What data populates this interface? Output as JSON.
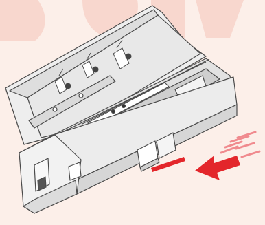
{
  "illustration": {
    "subject": "cartridge-unit",
    "colors": {
      "background": "#fcefe9",
      "watermark": "#f8d7ce",
      "body": "#eeeeee",
      "body_shade": "#d9d9d9",
      "outline": "#4a4a4a",
      "dark": "#555555",
      "accent_red": "#e3262b",
      "accent_red_light": "#f08a8e"
    },
    "icons": [
      "cartridge-slot-icon",
      "cartridge-slot-icon",
      "cartridge-slot-icon"
    ],
    "arrow": {
      "direction": "left",
      "color_name": "red"
    }
  }
}
